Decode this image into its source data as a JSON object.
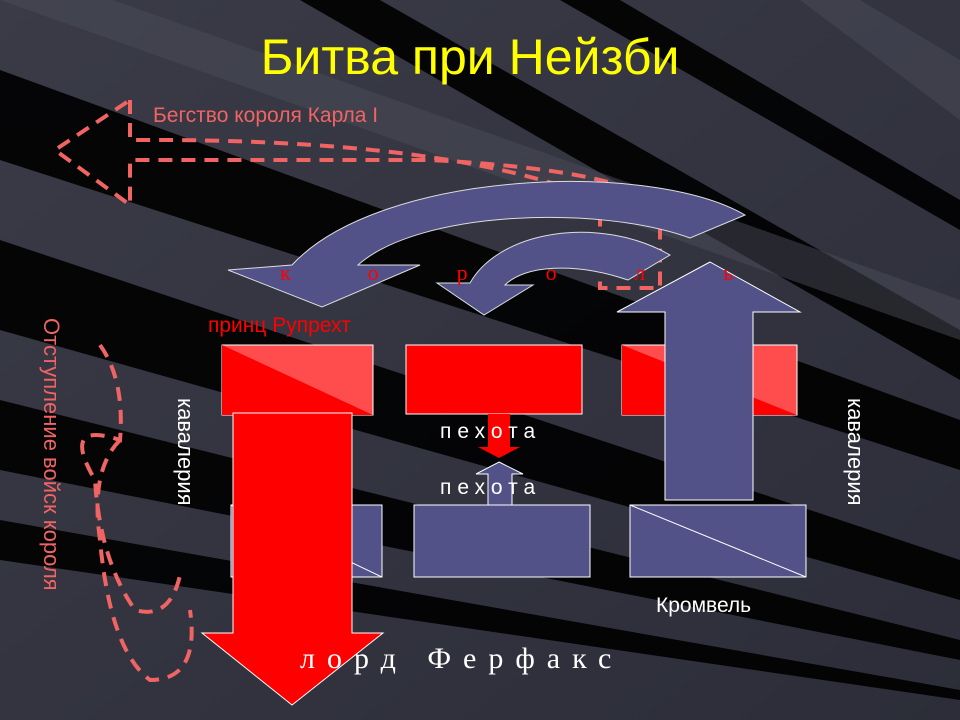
{
  "title": "Битва при Нейзби",
  "labels": {
    "flight": "Бегство короля Карла I",
    "retreat": "Отступление войск короля",
    "king": "король",
    "rupert": "принц Рупрехт",
    "infantry_royal": "пехота",
    "infantry_parliament": "пехота",
    "cavalry_left": "кавалерия",
    "cavalry_right": "кавалерия",
    "cromwell": "Кромвель",
    "fairfax": "лорд Ферфакс"
  },
  "colors": {
    "title": "#ffff00",
    "royal": "#ff0000",
    "parliament": "#525289",
    "dashed": "#f06464",
    "background": "#2e2f3a"
  }
}
